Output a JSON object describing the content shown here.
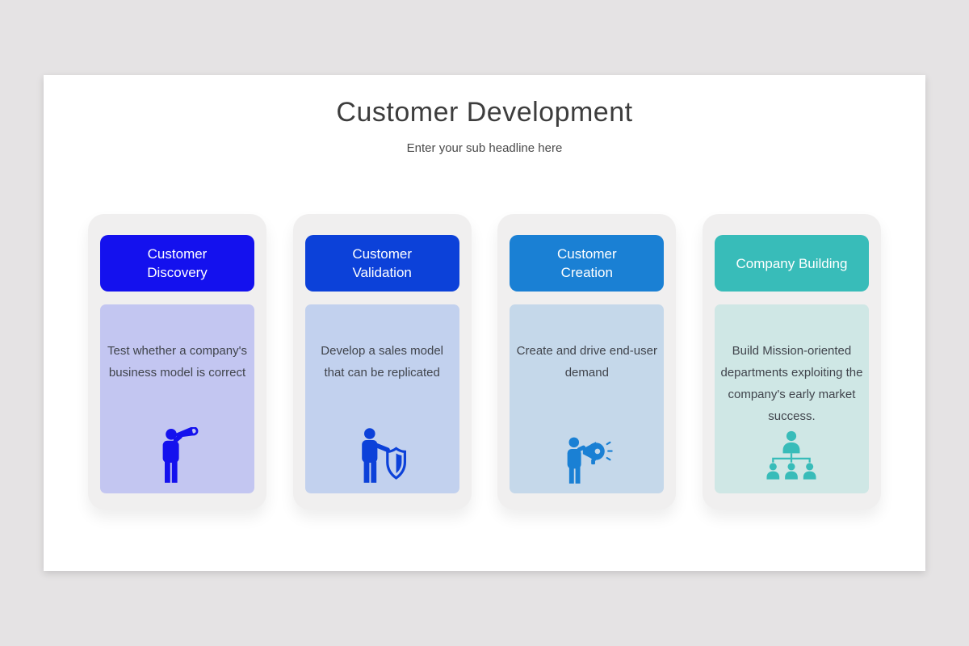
{
  "page": {
    "background_color": "#e5e3e4",
    "slide_background_color": "#ffffff"
  },
  "slide": {
    "title": "Customer Development",
    "subtitle": "Enter your sub headline here",
    "cards": [
      {
        "title": "Customer Discovery",
        "description": "Test whether a company's business model is correct",
        "icon": "telescope-person-icon",
        "header_color": "#1411ee",
        "body_color": "#c3c6f1"
      },
      {
        "title": "Customer Validation",
        "description": "Develop a sales model that can be replicated",
        "icon": "shield-person-icon",
        "header_color": "#0c41d9",
        "body_color": "#c2d1ee"
      },
      {
        "title": "Customer Creation",
        "description": "Create and drive end-user demand",
        "icon": "megaphone-person-icon",
        "header_color": "#1a80d4",
        "body_color": "#c5d8ea"
      },
      {
        "title": "Company Building",
        "description": "Build Mission-oriented departments exploiting the company's early market success.",
        "icon": "org-chart-icon",
        "header_color": "#38bcb9",
        "body_color": "#cfe7e5"
      }
    ]
  }
}
